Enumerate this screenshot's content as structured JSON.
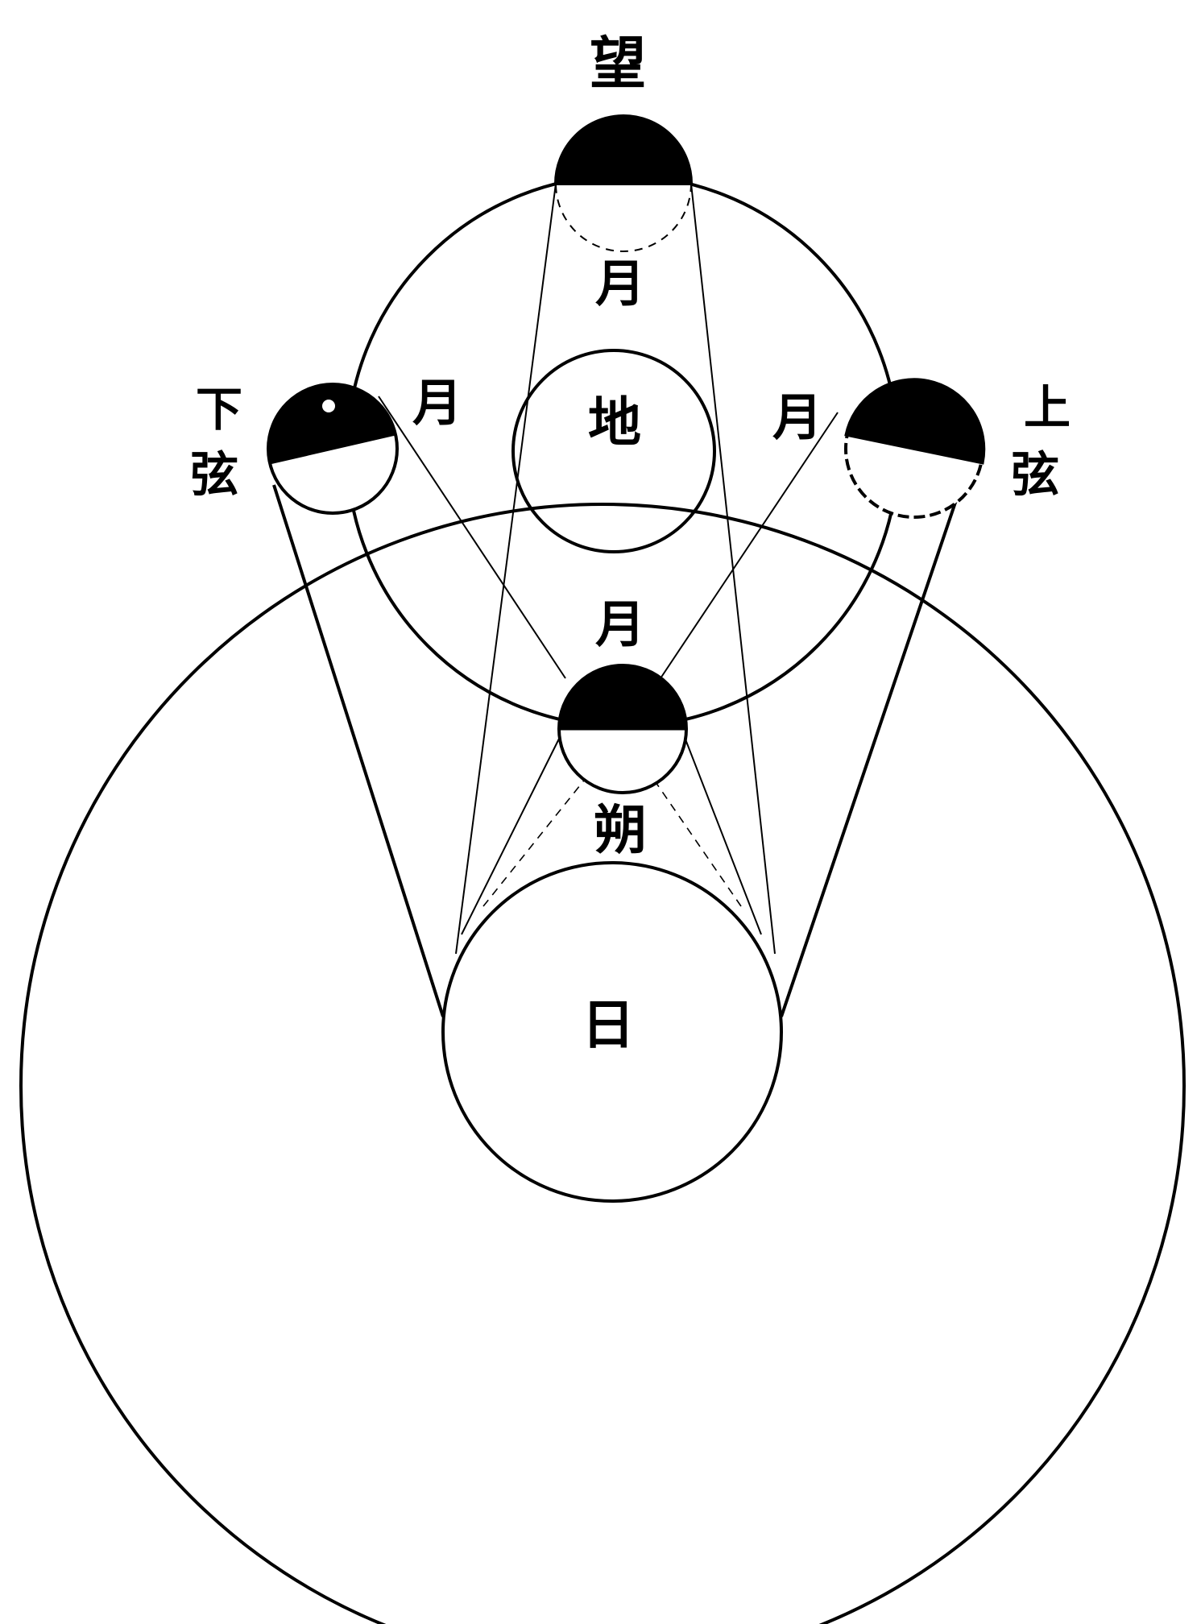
{
  "diagram": {
    "labels": {
      "full_moon": "望",
      "moon_top": "月",
      "earth": "地",
      "moon_left": "月",
      "moon_right": "月",
      "last_quarter_1": "下",
      "last_quarter_2": "弦",
      "first_quarter_1": "上",
      "first_quarter_2": "弦",
      "moon_bottom": "月",
      "new_moon": "朔",
      "sun": "日"
    },
    "colors": {
      "ink": "#000000",
      "paper": "#ffffff"
    }
  }
}
